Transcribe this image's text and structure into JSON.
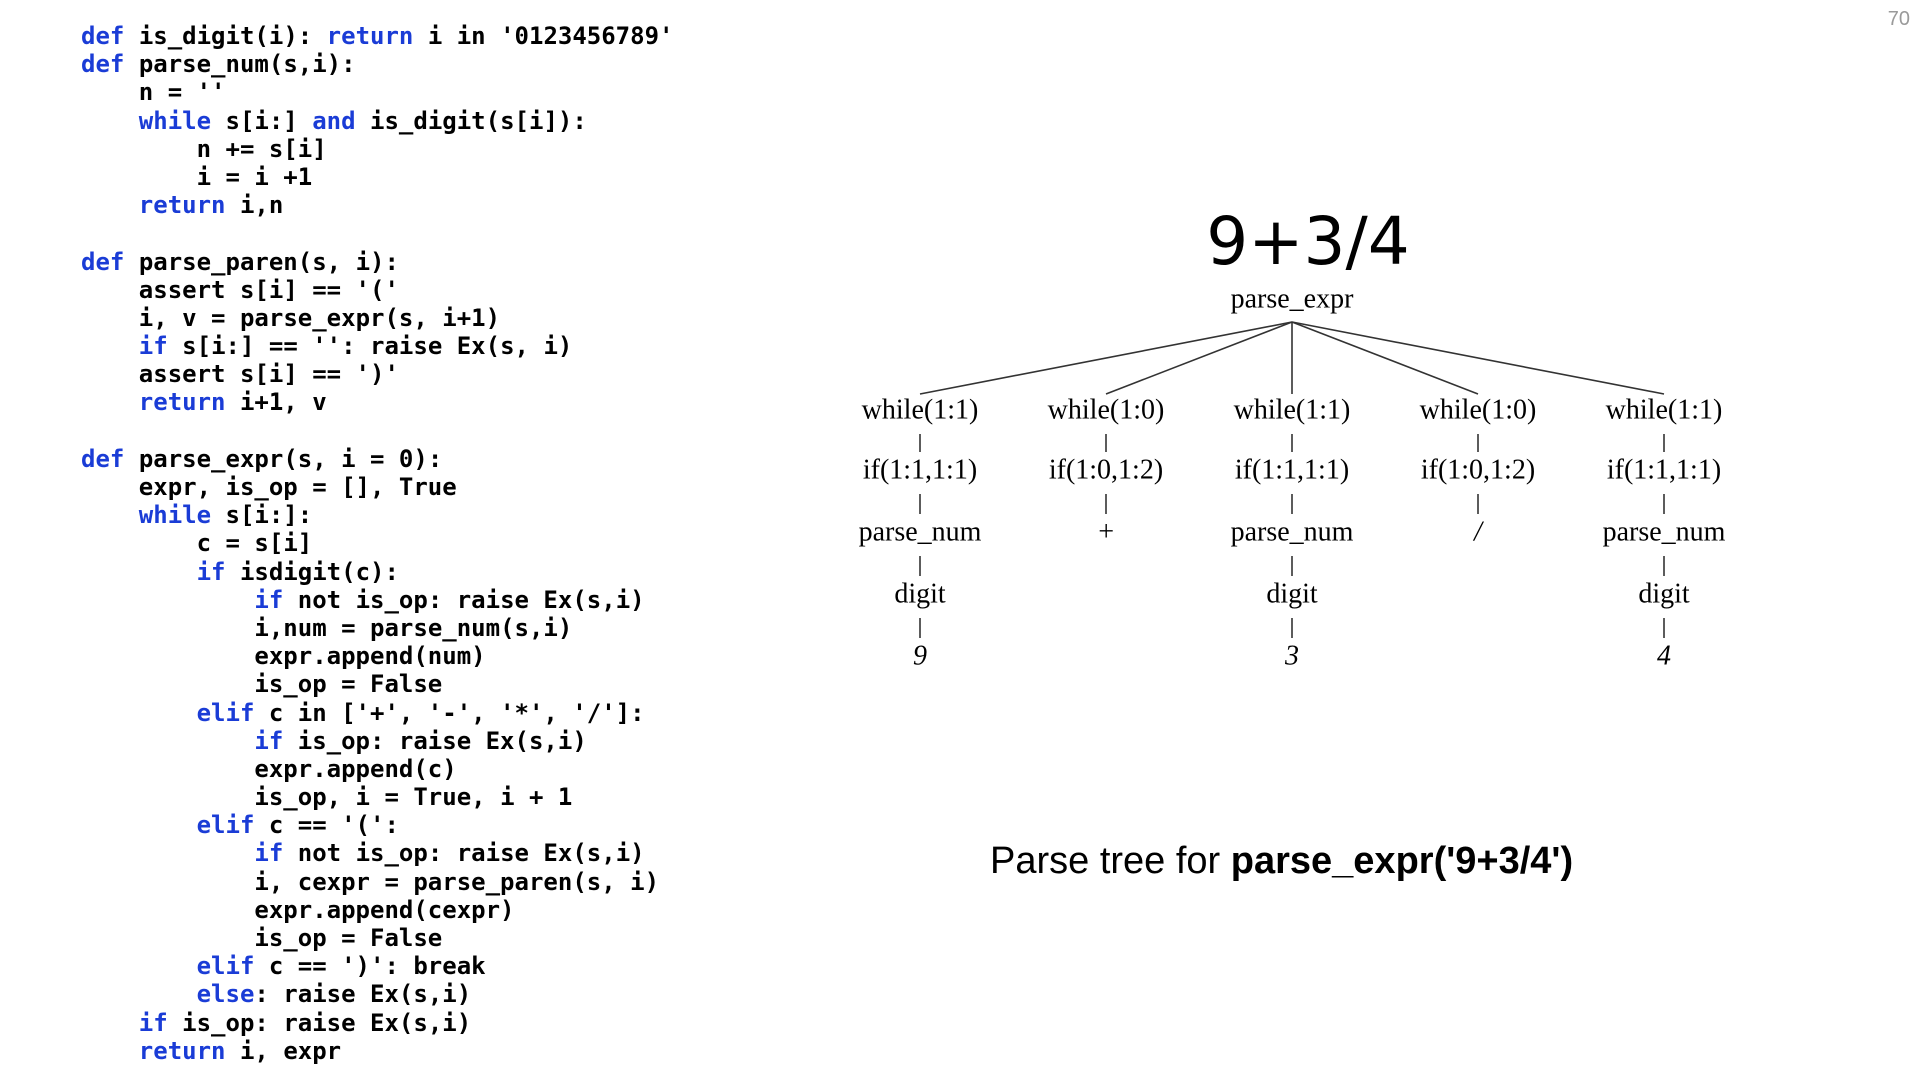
{
  "slide_number": "70",
  "code": {
    "lines": [
      "def is_digit(i): return i in '0123456789'",
      "def parse_num(s,i):",
      "    n = ''",
      "    while s[i:] and is_digit(s[i]):",
      "        n += s[i]",
      "        i = i +1",
      "    return i,n",
      "",
      "def parse_paren(s, i):",
      "    assert s[i] == '('",
      "    i, v = parse_expr(s, i+1)",
      "    if s[i:] == '': raise Ex(s, i)",
      "    assert s[i] == ')'",
      "    return i+1, v",
      "",
      "def parse_expr(s, i = 0):",
      "    expr, is_op = [], True",
      "    while s[i:]:",
      "        c = s[i]",
      "        if isdigit(c):",
      "            if not is_op: raise Ex(s,i)",
      "            i,num = parse_num(s,i)",
      "            expr.append(num)",
      "            is_op = False",
      "        elif c in ['+', '-', '*', '/']:",
      "            if is_op: raise Ex(s,i)",
      "            expr.append(c)",
      "            is_op, i = True, i + 1",
      "        elif c == '(':",
      "            if not is_op: raise Ex(s,i)",
      "            i, cexpr = parse_paren(s, i)",
      "            expr.append(cexpr)",
      "            is_op = False",
      "        elif c == ')': break",
      "        else: raise Ex(s,i)",
      "    if is_op: raise Ex(s,i)",
      "    return i, expr"
    ],
    "keywords": [
      "def",
      "return",
      "while",
      "and",
      "if",
      "elif",
      "else"
    ],
    "keyword_color": "#1a3cd6"
  },
  "tree": {
    "expression": "9+3/4",
    "root": "parse_expr",
    "columns": [
      {
        "nodes": [
          "while(1:1)",
          "if(1:1,1:1)",
          "parse_num",
          "digit"
        ],
        "leaf": "9"
      },
      {
        "nodes": [
          "while(1:0)",
          "if(1:0,1:2)"
        ],
        "leaf": "+"
      },
      {
        "nodes": [
          "while(1:1)",
          "if(1:1,1:1)",
          "parse_num",
          "digit"
        ],
        "leaf": "3"
      },
      {
        "nodes": [
          "while(1:0)",
          "if(1:0,1:2)"
        ],
        "leaf": "/"
      },
      {
        "nodes": [
          "while(1:1)",
          "if(1:1,1:1)",
          "parse_num",
          "digit"
        ],
        "leaf": "4"
      }
    ]
  },
  "caption": {
    "prefix": "Parse tree for ",
    "call": "parse_expr('9+3/4')"
  }
}
